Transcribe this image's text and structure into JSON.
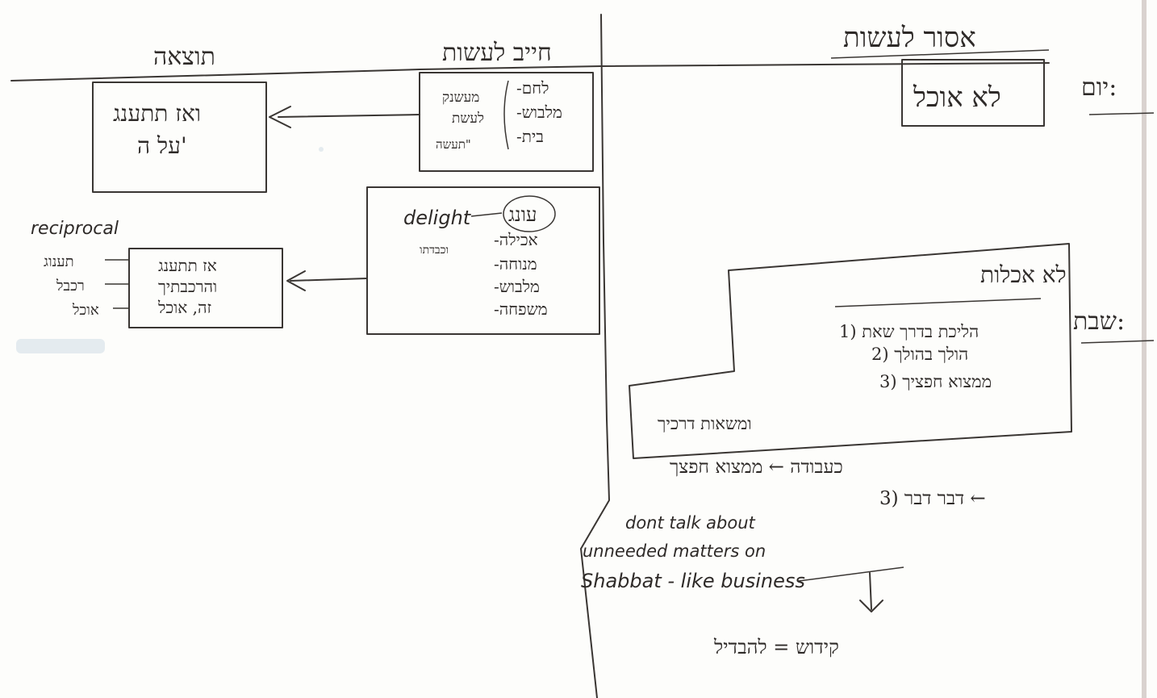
{
  "left_header": "תוצאה",
  "middle_header": "חייב לעשות",
  "right_header": "אסור לעשות",
  "obligation_box": [
    "-לחם",
    "-מלבוש",
    "-בית",
    "מעשנק",
    "לעשת",
    "תעשה\""
  ],
  "result_box_top": [
    "ואז תתענג",
    "על ה'"
  ],
  "honor_box_items": [
    "-אכילה",
    "-מנוחה",
    "-מלבוש",
    "-משפחה"
  ],
  "honor_box_word": "עונג",
  "delight_label": "delight",
  "small_note_middle": "וכבדתו",
  "reciprocal_label": "reciprocal",
  "result_box_bottom": [
    "אז תתענג",
    "והרכבתיך",
    "זה, אוכל"
  ],
  "result_side_words": [
    "תענוג",
    "רכבל",
    "אוכל"
  ],
  "yom_label": "יום:",
  "yom_box": "לא אוכל",
  "shabbat_label": "שבת:",
  "chafetz_title": "לא אכלות",
  "chafetz_lines": [
    "1) הליכת בדרך שאת",
    "2) הולך בהולך",
    "3) ממצוא חפציך",
    "ומשאות דרכיך"
  ],
  "work_line": "כעבודה ← ממצוא חפצך",
  "davar_line": "3) דבר דבר ←",
  "english_note": [
    "dont talk about",
    "unneeded matters on",
    "Shabbat - like business"
  ],
  "bottom_word": "קידוש = להבדיל"
}
